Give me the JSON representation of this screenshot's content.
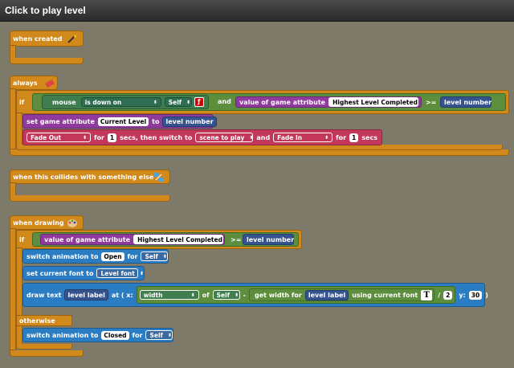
{
  "window": {
    "title": "Click to play level"
  },
  "events": {
    "created": {
      "label": "when created"
    },
    "always": {
      "label": "always",
      "if_label": "if",
      "and_label": "and",
      "mouse_label": "mouse",
      "mouse_state": "is down on",
      "mouse_target": "Self",
      "value_of_attr_label": "value of game attribute",
      "attr_name": "Highest Level Completed",
      "op": ">=",
      "level_number": "level number",
      "set_attr_label": "set game attribute",
      "set_attr_name": "Current Level",
      "to_label": "to",
      "set_attr_value": "level number",
      "fade_out": "Fade Out",
      "for_label": "for",
      "fade_out_secs": "1",
      "then_switch_label": "secs, then switch to",
      "scene": "scene to play",
      "and2_label": "and",
      "fade_in": "Fade In",
      "for2_label": "for",
      "fade_in_secs": "1",
      "secs_label": "secs"
    },
    "collides": {
      "label": "when this collides with something else"
    },
    "drawing": {
      "label": "when drawing",
      "if_label": "if",
      "value_of_attr_label": "value of game attribute",
      "attr_name": "Highest Level Completed",
      "op": ">=",
      "level_number": "level number",
      "switch_anim_label": "switch animation to",
      "anim_open": "Open",
      "for_label": "for",
      "anim_target": "Self",
      "set_font_label": "set current font to",
      "font_name": "Level font",
      "draw_text_label": "draw text",
      "text_attr": "level label",
      "at_label": "at ( x:",
      "width_prop": "width",
      "of_label": "of",
      "of_target": "Self",
      "minus": "-",
      "get_width_label": "get width for",
      "get_width_attr": "level label",
      "using_font_label": "using current font",
      "div": "/",
      "div_value": "2",
      "y_label": "y:",
      "y_value": "30",
      "close_paren": ")",
      "otherwise_label": "otherwise",
      "switch_anim_label2": "switch animation to",
      "anim_closed": "Closed",
      "for_label2": "for",
      "anim_target2": "Self"
    }
  }
}
